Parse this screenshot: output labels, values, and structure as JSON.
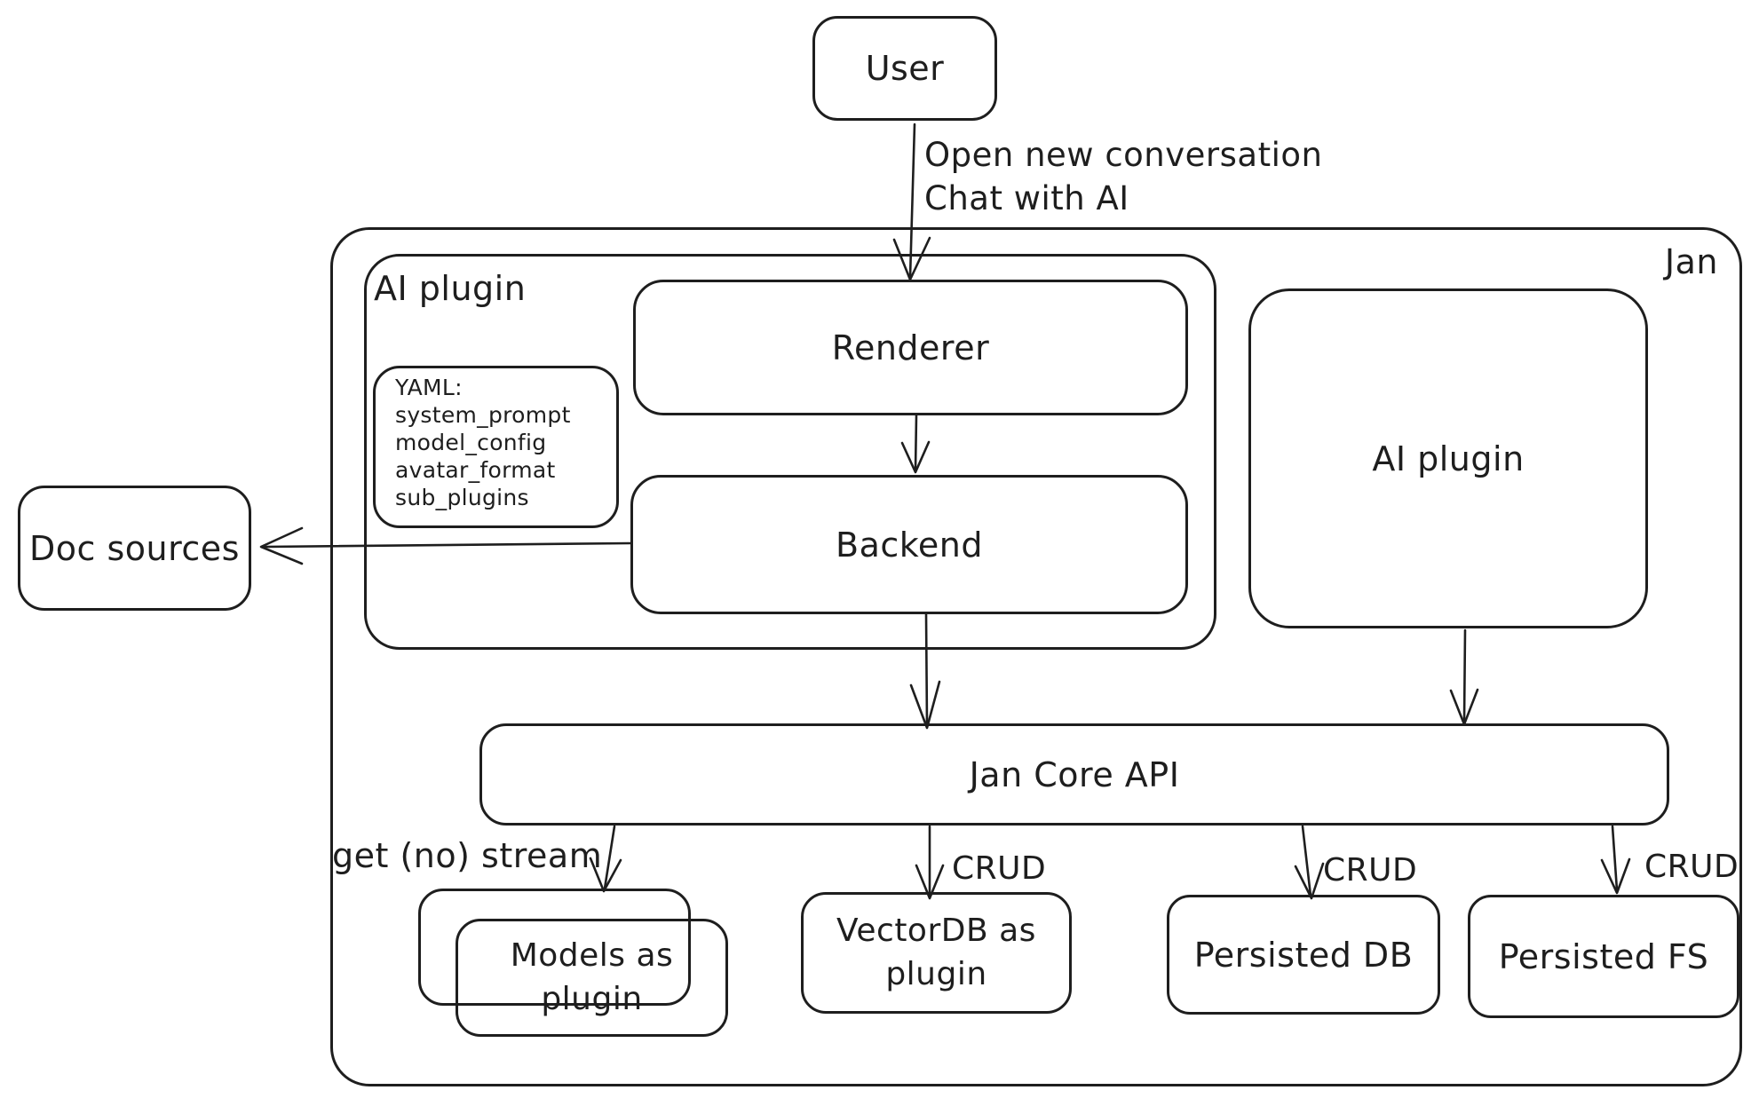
{
  "canvas": {
    "background": "#ffffff",
    "stroke_color": "#1e1e1e"
  },
  "nodes": {
    "user": {
      "label": "User"
    },
    "jan_container": {
      "label": "Jan"
    },
    "ai_plugin_group": {
      "label": "AI plugin"
    },
    "renderer": {
      "label": "Renderer"
    },
    "yaml_note": {
      "lines": [
        "YAML:",
        "system_prompt",
        "model_config",
        "avatar_format",
        "sub_plugins"
      ]
    },
    "backend": {
      "label": "Backend"
    },
    "doc_sources": {
      "label": "Doc sources"
    },
    "ai_plugin_right": {
      "label": "AI plugin"
    },
    "jan_core_api": {
      "label": "Jan Core API"
    },
    "models_as_plugin": {
      "line1": "Models as",
      "line2": "plugin"
    },
    "vectordb_as_plugin": {
      "line1": "VectorDB as",
      "line2": "plugin"
    },
    "persisted_db": {
      "label": "Persisted DB"
    },
    "persisted_fs": {
      "label": "Persisted FS"
    }
  },
  "edge_labels": {
    "user_flow_line1": "Open new conversation",
    "user_flow_line2": "Chat with AI",
    "models_edge": "get (no) stream",
    "vectordb_edge": "CRUD",
    "persisted_db_edge": "CRUD",
    "persisted_fs_edge": "CRUD"
  }
}
